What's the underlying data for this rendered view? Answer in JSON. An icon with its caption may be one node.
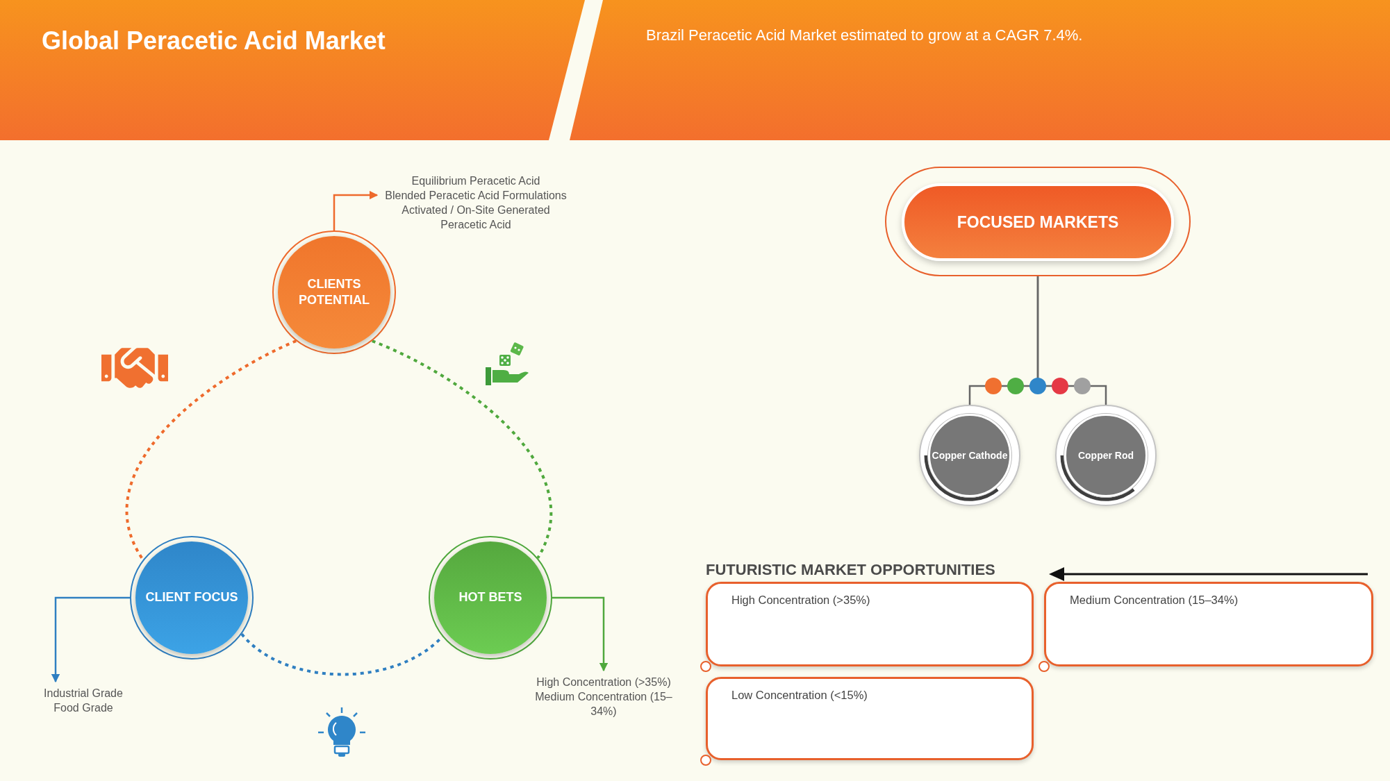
{
  "diagram": {
    "title": "Global Peracetic Acid Market",
    "nodes": [
      {
        "text": [
          "CLIENTS POTENTIAL"
        ]
      },
      {
        "text": [
          "Equilibrium Peracetic Acid",
          "Blended Peracetic Acid Formulations",
          "Activated / On-Site Generated Peracetic Acid"
        ]
      },
      {
        "text": [
          "CLIENT FOCUS"
        ]
      },
      {
        "text": [
          "HOT BETS"
        ]
      },
      {
        "text": [
          "Industrial Grade",
          "Food Grade"
        ]
      },
      {
        "text": [
          "High Concentration (>35%)",
          "Medium Concentration (15–34%)"
        ]
      },
      {
        "text": [
          "FOCUSED MARKETS"
        ]
      },
      {
        "text": [
          "Copper Cathode"
        ]
      },
      {
        "text": [
          "Copper Rod"
        ]
      },
      {
        "text": [
          "High Concentration (>35%)"
        ]
      },
      {
        "text": [
          "Medium Concentration (15–34%)"
        ]
      },
      {
        "text": [
          "Low Concentration (<15%)"
        ]
      }
    ],
    "edges": [
      {
        "from": 0,
        "to": 1,
        "arrow": "to",
        "color": "#ee6a2c"
      },
      {
        "from": 2,
        "to": 4,
        "arrow": "to",
        "color": "#2f7fc1"
      },
      {
        "from": 3,
        "to": 5,
        "arrow": "to",
        "color": "#4fa83d"
      },
      {
        "from": 0,
        "to": 2,
        "arrow": "none",
        "style": "dashed",
        "color": "#ee6a2c"
      },
      {
        "from": 0,
        "to": 3,
        "arrow": "none",
        "style": "dashed",
        "color": "#4fa83d"
      },
      {
        "from": 2,
        "to": 3,
        "arrow": "none",
        "style": "dashed",
        "color": "#2f7fc1"
      },
      {
        "from": 6,
        "to": 7,
        "arrow": "none",
        "color": "#666666"
      },
      {
        "from": 6,
        "to": 8,
        "arrow": "none",
        "color": "#666666"
      }
    ],
    "labels": [
      "Brazil Peracetic Acid Market estimated to grow at a CAGR 7.4%.",
      "FUTURISTIC MARKET OPPORTUNITIES"
    ]
  }
}
